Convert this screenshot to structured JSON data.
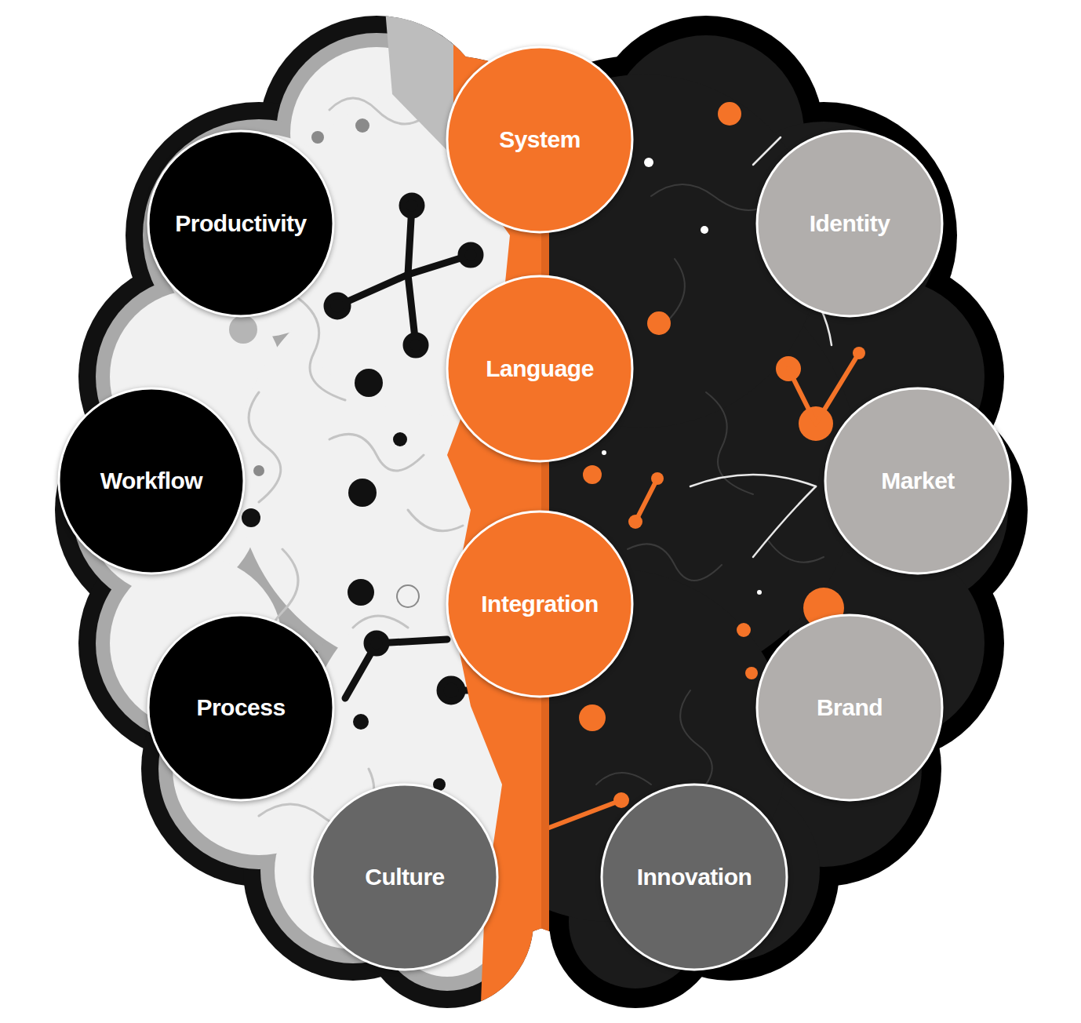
{
  "diagram": {
    "nodes": [
      {
        "text": [
          "System"
        ]
      },
      {
        "text": [
          "Productivity"
        ]
      },
      {
        "text": [
          "Identity"
        ]
      },
      {
        "text": [
          "Language"
        ]
      },
      {
        "text": [
          "Workflow"
        ]
      },
      {
        "text": [
          "Market"
        ]
      },
      {
        "text": [
          "Integration"
        ]
      },
      {
        "text": [
          "Process"
        ]
      },
      {
        "text": [
          "Brand"
        ]
      },
      {
        "text": [
          "Culture"
        ]
      },
      {
        "text": [
          "Innovation"
        ]
      }
    ]
  }
}
